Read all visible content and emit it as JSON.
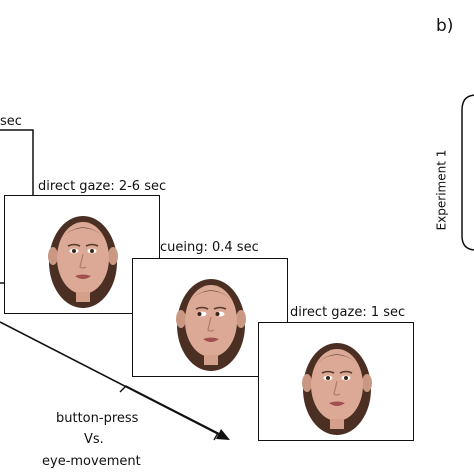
{
  "panel_b_label": "b)",
  "panel_b_row_label": "Experiment 1",
  "frames": [
    {
      "id": "partial",
      "label": "sec"
    },
    {
      "id": "direct1",
      "label": "direct gaze: 2-6 sec"
    },
    {
      "id": "cueing",
      "label": "cueing: 0.4 sec"
    },
    {
      "id": "direct2",
      "label": "direct gaze: 1 sec"
    }
  ],
  "response": {
    "line1": "button-press",
    "line2": "Vs.",
    "line3": "eye-movement"
  }
}
